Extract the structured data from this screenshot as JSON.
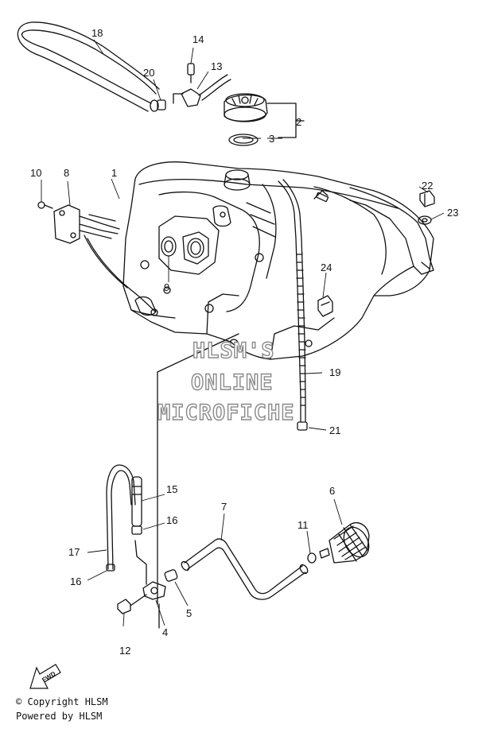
{
  "diagram": {
    "callouts": {
      "c1": "1",
      "c2": "2",
      "c3": "3",
      "c4": "4",
      "c5": "5",
      "c6": "6",
      "c7": "7",
      "c8": "8",
      "c9": "9",
      "c10": "10",
      "c11": "11",
      "c12": "12",
      "c13": "13",
      "c14": "14",
      "c15": "15",
      "c16a": "16",
      "c16b": "16",
      "c17": "17",
      "c18": "18",
      "c19": "19",
      "c20": "20",
      "c21": "21",
      "c22": "22",
      "c23": "23",
      "c24": "24"
    },
    "watermark": {
      "line1": "HLSM'S",
      "line2": "ONLINE",
      "line3": "MICROFICHE"
    },
    "fwd_label": "FWD"
  },
  "footer": {
    "copyright": "© Copyright HLSM",
    "powered": "Powered by HLSM"
  }
}
